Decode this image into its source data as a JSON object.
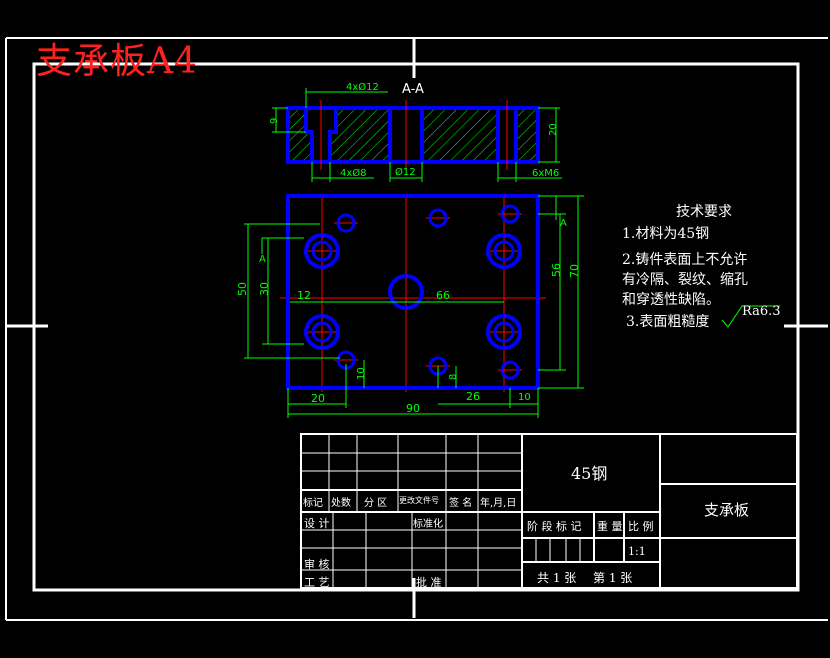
{
  "watermark": "支承板A4",
  "section_label": "A-A",
  "dimensions": {
    "top_holes": "4xØ12",
    "left_height": "9",
    "right_height": "20",
    "bottom_holes": "4xØ8",
    "center_hole": "Ø12",
    "threads": "6xM6",
    "height_50": "50",
    "height_30": "30",
    "width_12": "12",
    "width_66": "66",
    "height_56": "56",
    "height_70": "70",
    "height_10": "10",
    "height_8": "8",
    "width_20": "20",
    "width_26": "26",
    "width_10": "10",
    "width_90": "90",
    "section_mark": "A"
  },
  "tech_requirements": {
    "title": "技术要求",
    "line1": "1.材料为45钢",
    "line2": "2.铸件表面上不允许",
    "line3": "有冷隔、裂纹、缩孔",
    "line4": "和穿透性缺陷。",
    "line5": "3.表面粗糙度",
    "roughness": "Ra6.3"
  },
  "title_block": {
    "material": "45钢",
    "part_name": "支承板",
    "mark": "标记",
    "count": "处数",
    "zone": "分 区",
    "change_doc": "更改文件号",
    "signature": "签 名",
    "date": "年,月,日",
    "design": "设 计",
    "standardization": "标准化",
    "stage_mark": "阶 段 标 记",
    "weight": "重 量",
    "scale": "比 例",
    "scale_value": "1:1",
    "review": "审 核",
    "process": "工 艺",
    "approve": "批 准",
    "sheets": "共 1 张",
    "sheet_no": "第 1 张"
  },
  "colors": {
    "background": "#000000",
    "frame": "#ffffff",
    "part_outline": "#0000ff",
    "dimension": "#00ff00",
    "center_line": "#ff0000",
    "watermark": "#ff2020"
  }
}
